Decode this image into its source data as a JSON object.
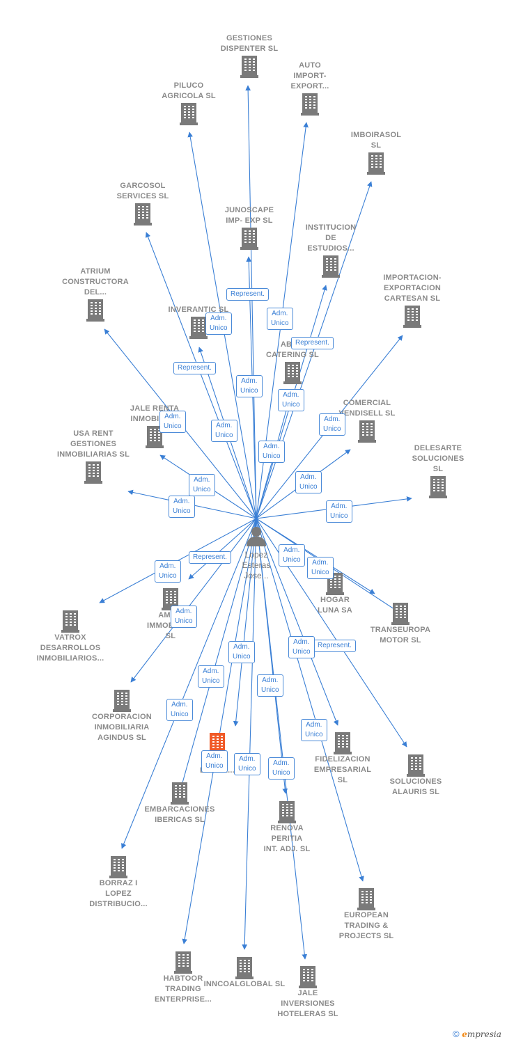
{
  "center": {
    "label": "Lopez\nEsteras\nJose..."
  },
  "colors": {
    "edge": "#3a7fd5",
    "company": "#7a7a7a",
    "highlight": "#f05a28"
  },
  "companies": [
    {
      "id": "gestiones",
      "label": "GESTIONES\nDISPENTER SL"
    },
    {
      "id": "auto",
      "label": "AUTO\nIMPORT-\nEXPORT..."
    },
    {
      "id": "piluco",
      "label": "PILUCO\nAGRICOLA SL"
    },
    {
      "id": "imboirasol",
      "label": "IMBOIRASOL\nSL"
    },
    {
      "id": "garcosol",
      "label": "GARCOSOL\nSERVICES SL"
    },
    {
      "id": "junoscape",
      "label": "JUNOSCAPE\nIMP- EXP SL"
    },
    {
      "id": "institucion",
      "label": "INSTITUCION\nDE\nESTUDIOS..."
    },
    {
      "id": "atrium",
      "label": "ATRIUM\nCONSTRUCTORA\nDEL..."
    },
    {
      "id": "importacion",
      "label": "IMPORTACION-\nEXPORTACION\nCARTESAN SL"
    },
    {
      "id": "inverantic",
      "label": "INVERANTIC SL"
    },
    {
      "id": "abac",
      "label": "ABA...\nCATERING SL"
    },
    {
      "id": "jalerenta",
      "label": "JALE RENTA\nINMOBILIA..."
    },
    {
      "id": "comercial",
      "label": "COMERCIAL\nVENDISELL SL"
    },
    {
      "id": "usarent",
      "label": "USA RENT\nGESTIONES\nINMOBILIARIAS SL"
    },
    {
      "id": "delesarte",
      "label": "DELESARTE\nSOLUCIONES\nSL"
    },
    {
      "id": "hogar",
      "label": "HOGAR\nLUNA SA"
    },
    {
      "id": "vatrox",
      "label": "VATROX\nDESARROLLOS\nINMOBILIARIOS..."
    },
    {
      "id": "ama",
      "label": "AMA...\nIMMOBILIEN\nSL"
    },
    {
      "id": "transeuropa",
      "label": "TRANSEUROPA\nMOTOR SL"
    },
    {
      "id": "corporacion",
      "label": "CORPORACION\nINMOBILIARIA\nAGINDUS SL"
    },
    {
      "id": "co_busca",
      "label": "CO...\nBUSCA..."
    },
    {
      "id": "fidelizacion",
      "label": "FIDELIZACION\nEMPRESARIAL\nSL"
    },
    {
      "id": "soluciones",
      "label": "SOLUCIONES\nALAURIS SL"
    },
    {
      "id": "embarcaciones",
      "label": "EMBARCACIONES\nIBERICAS SL"
    },
    {
      "id": "renova",
      "label": "RENOVA\nPERITIA\nINT. ADJ. SL"
    },
    {
      "id": "borraz",
      "label": "BORRAZ I\nLOPEZ\nDISTRIBUCIO..."
    },
    {
      "id": "european",
      "label": "EUROPEAN\nTRADING &\nPROJECTS SL"
    },
    {
      "id": "habtoor",
      "label": "HABTOOR\nTRADING\nENTERPRISE..."
    },
    {
      "id": "incoalglobal",
      "label": "INNCOALGLOBAL SL"
    },
    {
      "id": "jaleinv",
      "label": "JALE\nINVERSIONES\nHOTELERAS SL"
    }
  ],
  "edge_labels": [
    {
      "id": "el1",
      "text": "Represent."
    },
    {
      "id": "el2",
      "text": "Adm.\nUnico"
    },
    {
      "id": "el3",
      "text": "Adm.\nUnico"
    },
    {
      "id": "el4",
      "text": "Represent."
    },
    {
      "id": "el5",
      "text": "Represent."
    },
    {
      "id": "el6",
      "text": "Adm.\nUnico"
    },
    {
      "id": "el7",
      "text": "Adm.\nUnico"
    },
    {
      "id": "el8",
      "text": "Adm.\nUnico"
    },
    {
      "id": "el9",
      "text": "Adm.\nUnico"
    },
    {
      "id": "el10",
      "text": "Adm.\nUnico"
    },
    {
      "id": "el11",
      "text": "Adm.\nUnico"
    },
    {
      "id": "el12",
      "text": "Adm.\nUnico"
    },
    {
      "id": "el13",
      "text": "Adm.\nUnico"
    },
    {
      "id": "el14",
      "text": "Adm.\nUnico"
    },
    {
      "id": "el15",
      "text": "Adm.\nUnico"
    },
    {
      "id": "el16",
      "text": "Represent."
    },
    {
      "id": "el17",
      "text": "Adm.\nUnico"
    },
    {
      "id": "el18",
      "text": "Adm.\nUnico"
    },
    {
      "id": "el19",
      "text": "Adm.\nUnico"
    },
    {
      "id": "el20",
      "text": "Adm.\nUnico"
    },
    {
      "id": "el21",
      "text": "Represent."
    },
    {
      "id": "el22",
      "text": "Adm.\nUnico"
    },
    {
      "id": "el23",
      "text": "Adm.\nUnico"
    },
    {
      "id": "el24",
      "text": "Adm.\nUnico"
    },
    {
      "id": "el25",
      "text": "Adm.\nUnico"
    },
    {
      "id": "el26",
      "text": "Adm.\nUnico"
    },
    {
      "id": "el27",
      "text": "Adm.\nUnico"
    },
    {
      "id": "el28",
      "text": "Adm.\nUnico"
    },
    {
      "id": "el29",
      "text": "Adm.\nUnico"
    },
    {
      "id": "el30",
      "text": "Adm.\nUnico"
    }
  ],
  "footer": {
    "copyright": "©",
    "brand_initial": "e",
    "brand_rest": "mpresia"
  }
}
